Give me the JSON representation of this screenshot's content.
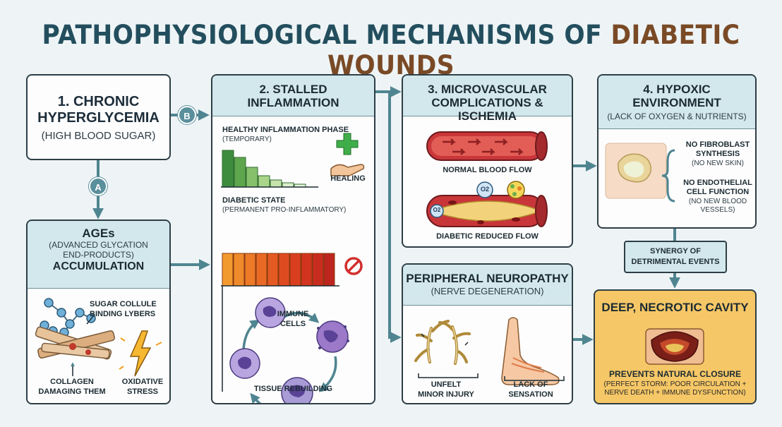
{
  "title": {
    "part1": "PATHOPHYSIOLOGICAL MECHANISMS OF ",
    "part2": "DIABETIC WOUNDS"
  },
  "box1": {
    "line1": "1. CHRONIC",
    "line2": "HYPERGLYCEMIA",
    "sub": "(HIGH BLOOD SUGAR)"
  },
  "connectors": {
    "a": "A",
    "b": "B"
  },
  "ages": {
    "title": "AGEs",
    "sub1": "(ADVANCED GLYCATION",
    "sub2": "END-PRODUCTS)",
    "title2": "ACCUMULATION",
    "sugar1": "SUGAR COLLULE",
    "sugar2": "BINDING LYBERS",
    "collagen1": "COLLAGEN",
    "collagen2": "DAMAGING THEM",
    "oxid1": "OXIDATIVE",
    "oxid2": "STRESS"
  },
  "inflam": {
    "line1": "2. STALLED",
    "line2": "INFLAMMATION",
    "healthy_title": "HEALTHY INFLAMMATION PHASE",
    "healthy_sub": "(TEMPORARY)",
    "healing": "HEALING",
    "diabetic_title": "DIABETIC STATE",
    "diabetic_sub": "(PERMANENT PRO-INFLAMMATORY)",
    "immune1": "IMMUNE",
    "immune2": "CELLS",
    "tissue": "TISSUE REBUILDING"
  },
  "micro": {
    "line1": "3. MICROVASCULAR",
    "line2": "COMPLICATIONS & ISCHEMIA",
    "normal": "NORMAL BLOOD FLOW",
    "reduced": "DIABETIC REDUCED FLOW",
    "o2": "O2"
  },
  "hypoxic": {
    "line1": "4. HYPOXIC",
    "line2": "ENVIRONMENT",
    "sub": "(LACK OF OXYGEN & NUTRIENTS)",
    "fib1": "NO FIBROBLAST",
    "fib2": "SYNTHESIS",
    "fib_sub": "(NO NEW SKIN)",
    "endo1": "NO ENDOTHELIAL",
    "endo2": "CELL FUNCTION",
    "endo_sub1": "(NO NEW BLOOD",
    "endo_sub2": "VESSELS)"
  },
  "synergy": {
    "line1": "SYNERGY OF",
    "line2": "DETRIMENTAL EVENTS"
  },
  "neuro": {
    "title": "PERIPHERAL NEUROPATHY",
    "sub": "(NERVE DEGENERATION)",
    "unfelt1": "UNFELT",
    "unfelt2": "MINOR INJURY",
    "lack1": "LACK OF",
    "lack2": "SENSATION"
  },
  "necrotic": {
    "title": "DEEP, NECROTIC CAVITY",
    "prevents": "PREVENTS NATURAL CLOSURE",
    "sub1": "(PERFECT STORM: POOR CIRCULATION +",
    "sub2": "NERVE DEATH + IMMUNE DYSFUNCTION)"
  },
  "colors": {
    "background": "#eef4f6",
    "header": "#d3e8ec",
    "arrow": "#4f8590",
    "accent": "#7a4a26",
    "necrotic_bg": "#f6c766"
  }
}
